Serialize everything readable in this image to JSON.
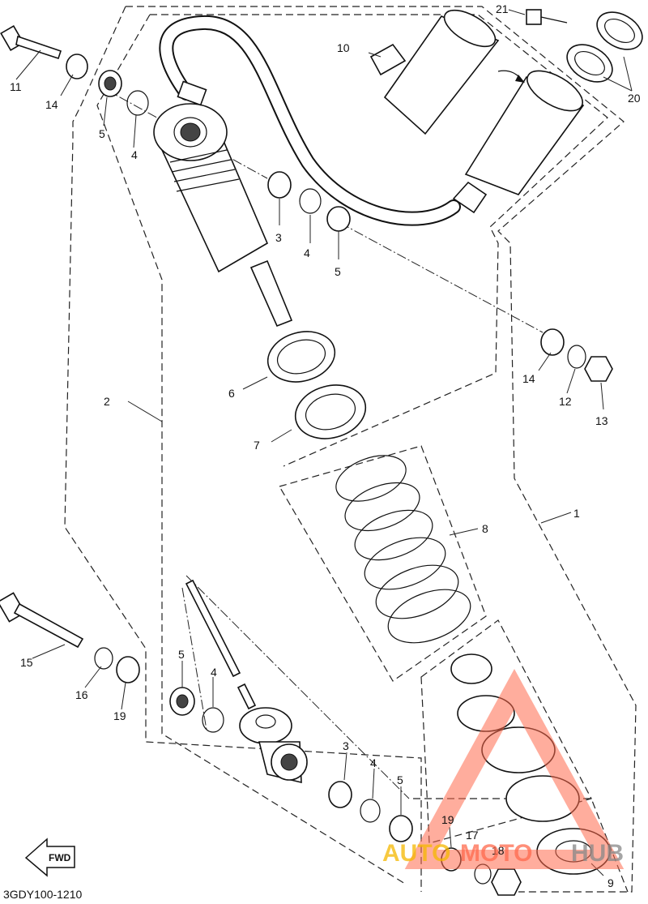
{
  "diagram": {
    "part_code": "3GDY100-1210",
    "fwd_label": "FWD",
    "watermark": {
      "part1": "AUTO",
      "part2": "MOTO",
      "part3": "HUB",
      "color_main": "#ff6a4d",
      "color_accent": "#f5b800"
    },
    "callouts": {
      "c1": "1",
      "c2": "2",
      "c3a": "3",
      "c3b": "3",
      "c4a": "4",
      "c4b": "4",
      "c4c": "4",
      "c4d": "4",
      "c5a": "5",
      "c5b": "5",
      "c5c": "5",
      "c5d": "5",
      "c6": "6",
      "c7": "7",
      "c8": "8",
      "c9": "9",
      "c10": "10",
      "c11": "11",
      "c12": "12",
      "c13": "13",
      "c14a": "14",
      "c14b": "14",
      "c15": "15",
      "c16": "16",
      "c17": "17",
      "c18": "18",
      "c19a": "19",
      "c19b": "19",
      "c20": "20",
      "c21": "21"
    }
  }
}
